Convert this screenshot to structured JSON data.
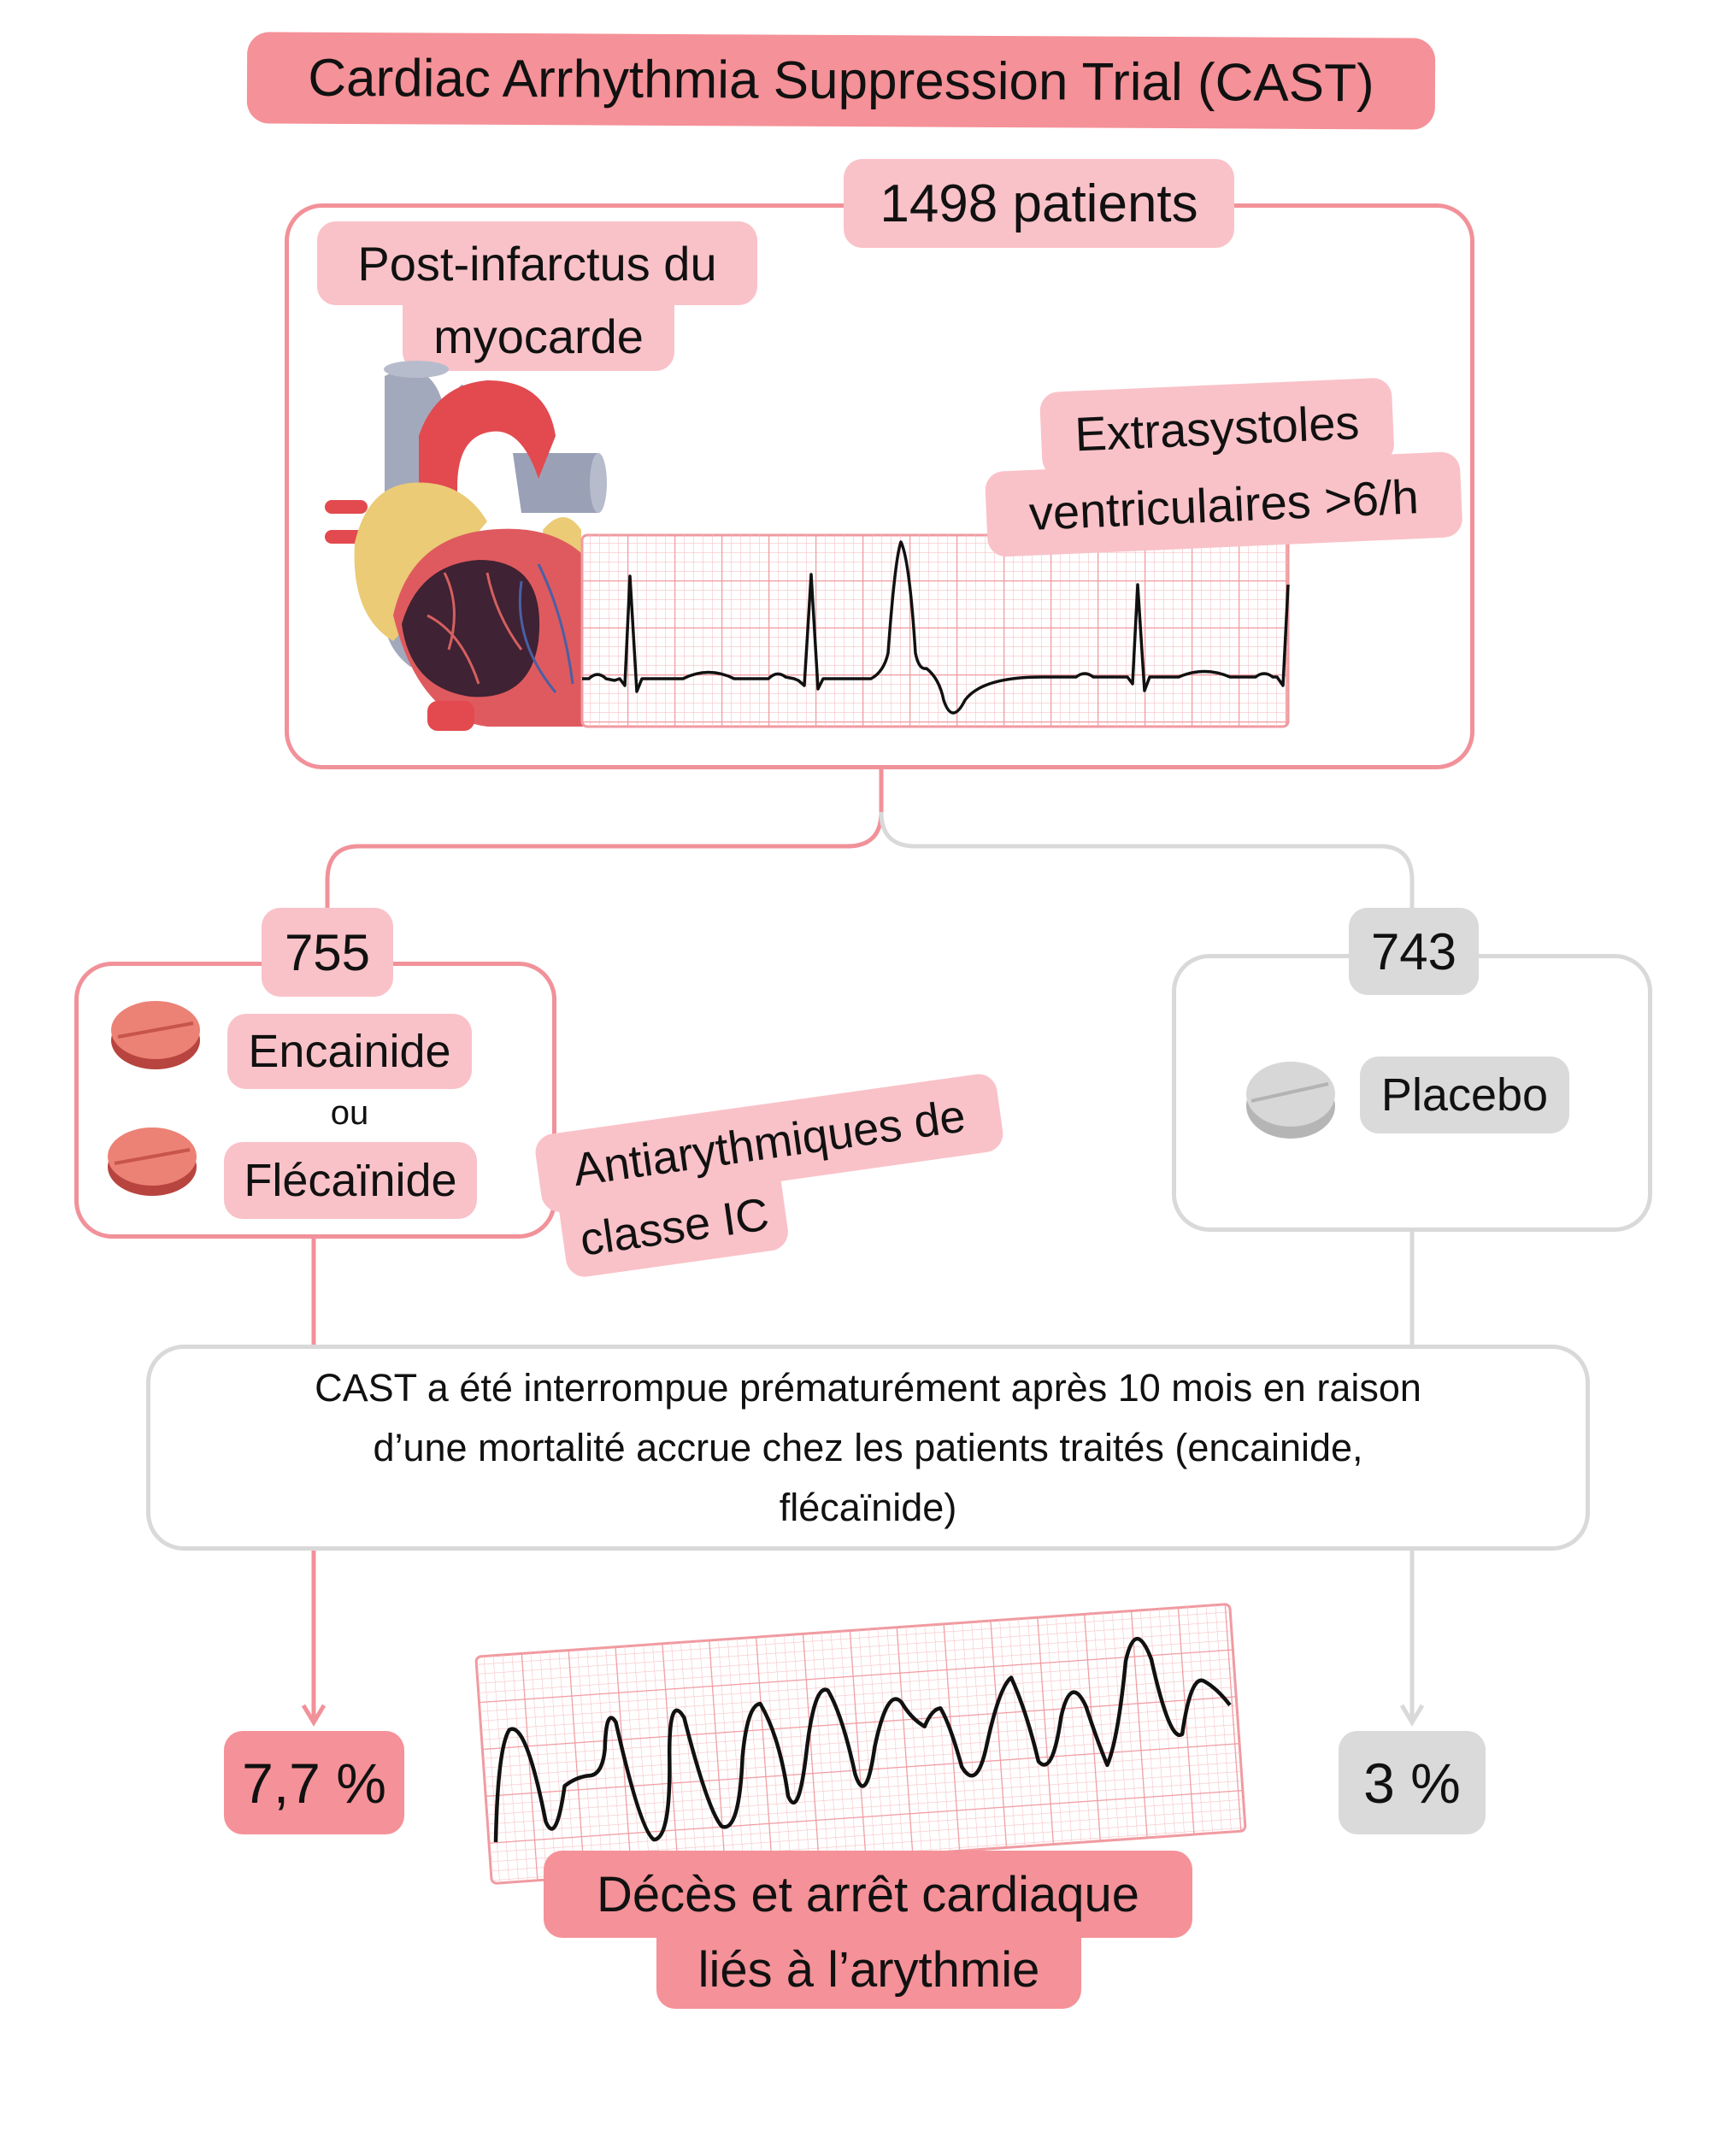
{
  "title": "Cardiac Arrhythmia Suppression Trial (CAST)",
  "population": {
    "count_label": "1498 patients",
    "condition_line1": "Post-infarctus du",
    "condition_line2": "myocarde",
    "criterion_line1": "Extrasystoles",
    "criterion_line2": "ventriculaires >6/h"
  },
  "treatment_arm": {
    "count": "755",
    "drug1": "Encainide",
    "connector": "ou",
    "drug2": "Flécaïnide",
    "class_line1": "Antiarythmiques de",
    "class_line2": "classe IC",
    "outcome": "7,7 %"
  },
  "placebo_arm": {
    "count": "743",
    "drug": "Placebo",
    "outcome": "3 %"
  },
  "note": {
    "line1": "CAST a été interrompue prématurément après 10 mois en raison",
    "line2": "d’une mortalité accrue chez les patients traités (encainide,",
    "line3": "flécaïnide)"
  },
  "outcome_label": {
    "line1": "Décès et arrêt cardiaque",
    "line2": "liés à l’arythmie"
  },
  "colors": {
    "pink_light": "#f9c2c8",
    "pink_strong": "#f59198",
    "pink_border": "#f19199",
    "grey": "#dadada",
    "grey_border": "#d9d9d9",
    "ecg_grid": "#f4a3a8",
    "pill_red": "#e9776f",
    "pill_grey": "#d7d7d7"
  }
}
